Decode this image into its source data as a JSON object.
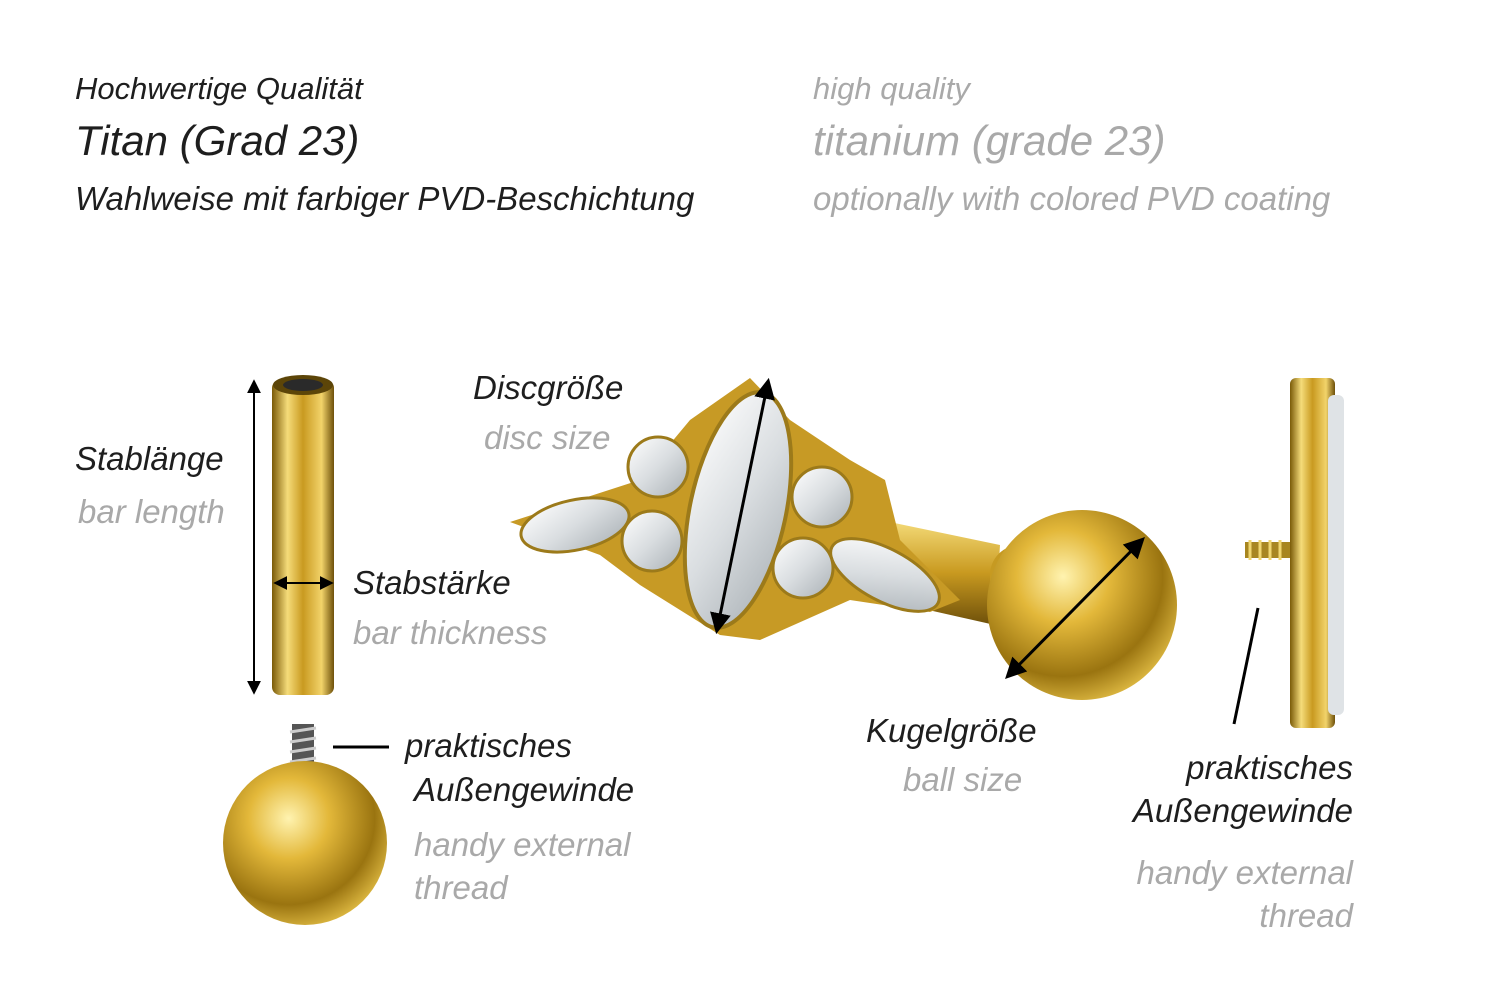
{
  "header": {
    "de": {
      "line1": "Hochwertige Qualität",
      "line2": "Titan (Grad 23)",
      "line3": "Wahlweise mit farbiger PVD-Beschichtung"
    },
    "en": {
      "line1": "high quality",
      "line2": "titanium (grade 23)",
      "line3": "optionally with colored PVD coating"
    }
  },
  "labels": {
    "bar_length": {
      "de": "Stablänge",
      "en": "bar length"
    },
    "bar_thickness": {
      "de": "Stabstärke",
      "en": "bar thickness"
    },
    "disc_size": {
      "de": "Discgröße",
      "en": "disc size"
    },
    "ball_size": {
      "de": "Kugelgröße",
      "en": "ball size"
    },
    "thread_left": {
      "de1": "praktisches",
      "de2": "Außengewinde",
      "en1": "handy external",
      "en2": "thread"
    },
    "thread_right": {
      "de1": "praktisches",
      "de2": "Außengewinde",
      "en1": "handy external",
      "en2": "thread"
    }
  },
  "colors": {
    "gold": "#d4a72c",
    "gold_dark": "#8a6a10",
    "gold_light": "#f7e08a",
    "text": "#1e1e1e",
    "muted": "#a9a9a9"
  }
}
